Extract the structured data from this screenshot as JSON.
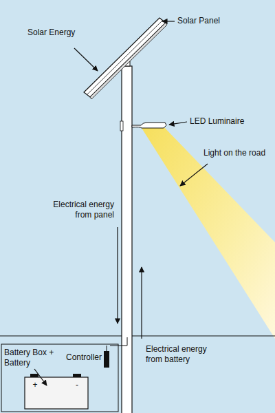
{
  "diagram": {
    "labels": [
      "Solar Panel",
      "Solar Energy",
      "LED Luminaire",
      "Light on the road",
      "Electrical energy from panel",
      "Controller",
      "Electrical energy from battery",
      "Battery Box + Battery",
      "+",
      "-"
    ]
  }
}
